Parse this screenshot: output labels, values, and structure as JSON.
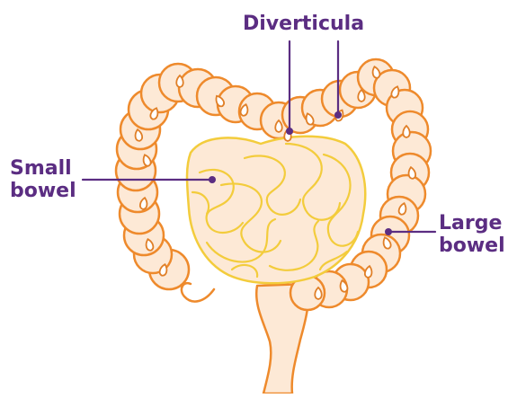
{
  "labels": {
    "diverticula": "Diverticula",
    "small_bowel_line1": "Small",
    "small_bowel_line2": "bowel",
    "large_bowel_line1": "Large",
    "large_bowel_line2": "bowel"
  },
  "colors": {
    "label_text": "#5b2d82",
    "leader_line": "#5b2d82",
    "large_bowel_outline": "#ee8a2c",
    "small_bowel_outline": "#f3cc3c",
    "tissue_fill": "#fde9d6",
    "diverticulum_outline": "#e07f27"
  }
}
